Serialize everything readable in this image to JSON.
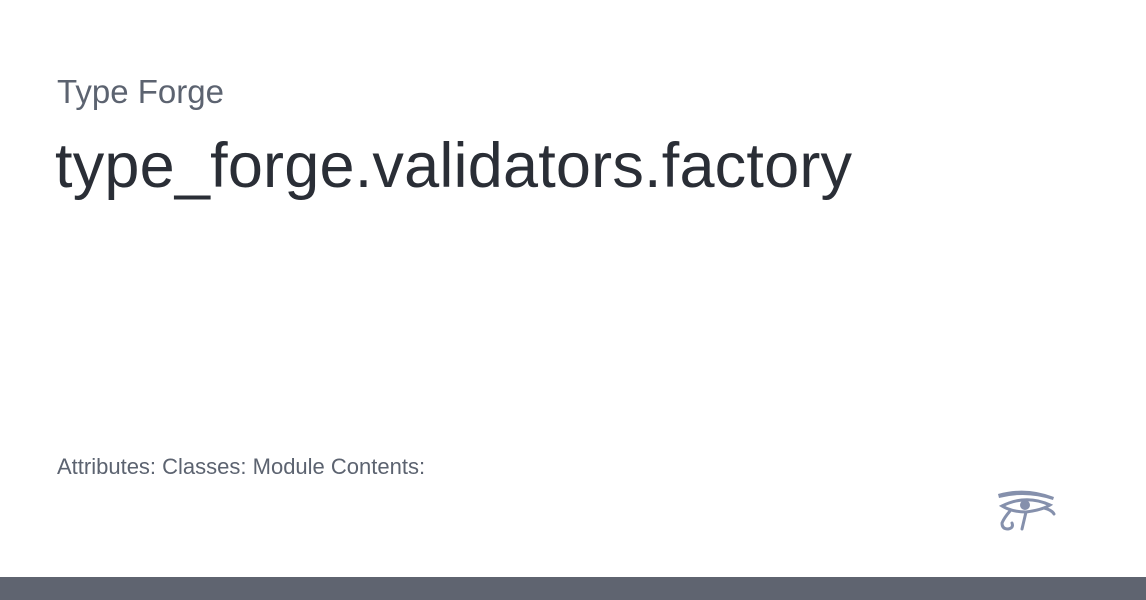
{
  "header": {
    "site_name": "Type Forge",
    "page_title": "type_forge.validators.factory"
  },
  "summary": {
    "text": "Attributes: Classes: Module Contents:"
  },
  "logo": {
    "icon": "eye-of-horus-icon",
    "color": "#8590ac"
  },
  "footer": {
    "bar_color": "#5f6470"
  }
}
